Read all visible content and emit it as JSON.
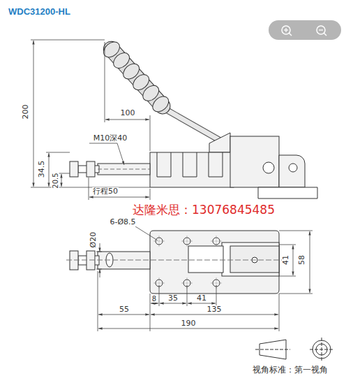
{
  "diagram": {
    "title": "WDC31200-HL",
    "labels": [
      "200",
      "100",
      "M10深40",
      "34.5",
      "20.5",
      "行程50",
      "达隆米思：13076845485",
      "6-Ø8.5",
      "Ø20",
      "41",
      "58",
      "8",
      "35",
      "41",
      "55",
      "135",
      "190",
      "视角标准：第一视角"
    ]
  }
}
